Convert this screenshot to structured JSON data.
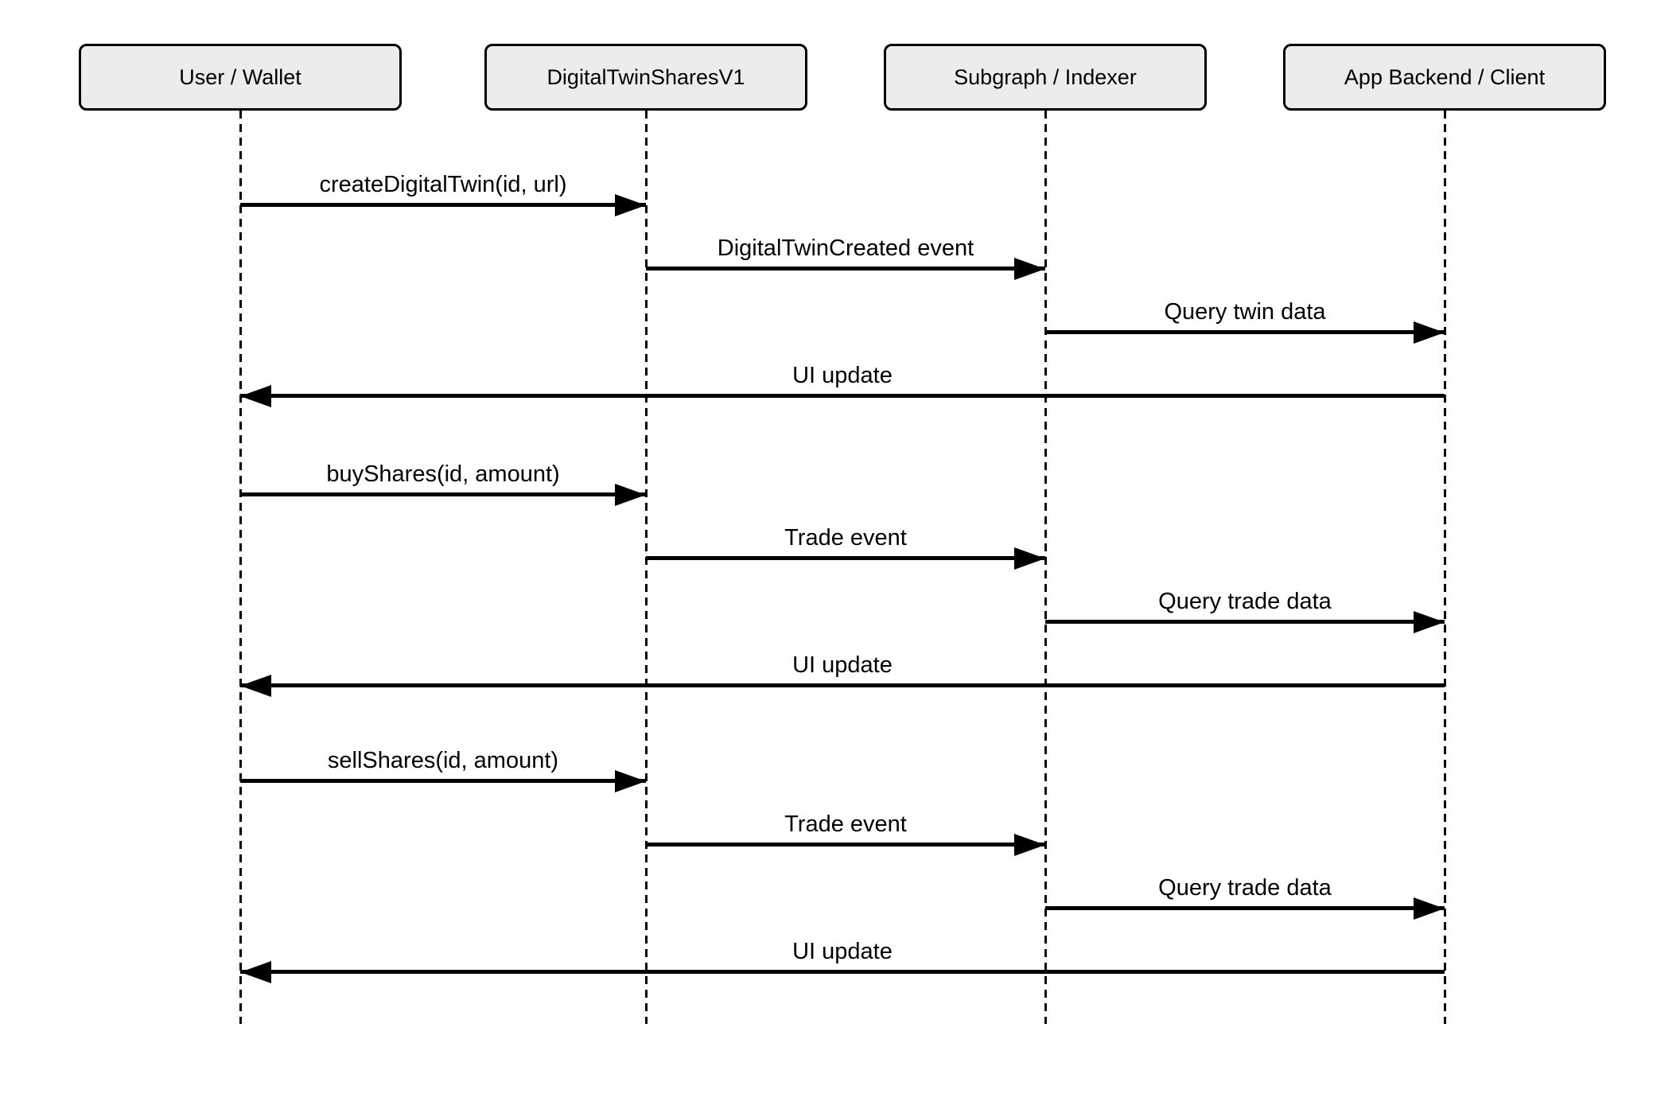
{
  "diagram": {
    "type": "sequence",
    "background_color": "#ffffff",
    "stroke_color": "#000000",
    "actor_fill_color": "#ececec",
    "actors": [
      {
        "id": "user-wallet",
        "label": "User / Wallet"
      },
      {
        "id": "digital-twin-shares-v1",
        "label": "DigitalTwinSharesV1"
      },
      {
        "id": "subgraph-indexer",
        "label": "Subgraph / Indexer"
      },
      {
        "id": "app-backend-client",
        "label": "App Backend / Client"
      }
    ],
    "messages": [
      {
        "from": 0,
        "to": 1,
        "label": "createDigitalTwin(id, url)"
      },
      {
        "from": 1,
        "to": 2,
        "label": "DigitalTwinCreated event"
      },
      {
        "from": 2,
        "to": 3,
        "label": "Query twin data"
      },
      {
        "from": 3,
        "to": 0,
        "label": "UI update"
      },
      {
        "from": 0,
        "to": 1,
        "label": "buyShares(id, amount)"
      },
      {
        "from": 1,
        "to": 2,
        "label": "Trade event"
      },
      {
        "from": 2,
        "to": 3,
        "label": "Query trade data"
      },
      {
        "from": 3,
        "to": 0,
        "label": "UI update"
      },
      {
        "from": 0,
        "to": 1,
        "label": "sellShares(id, amount)"
      },
      {
        "from": 1,
        "to": 2,
        "label": "Trade event"
      },
      {
        "from": 2,
        "to": 3,
        "label": "Query trade data"
      },
      {
        "from": 3,
        "to": 0,
        "label": "UI update"
      }
    ]
  }
}
